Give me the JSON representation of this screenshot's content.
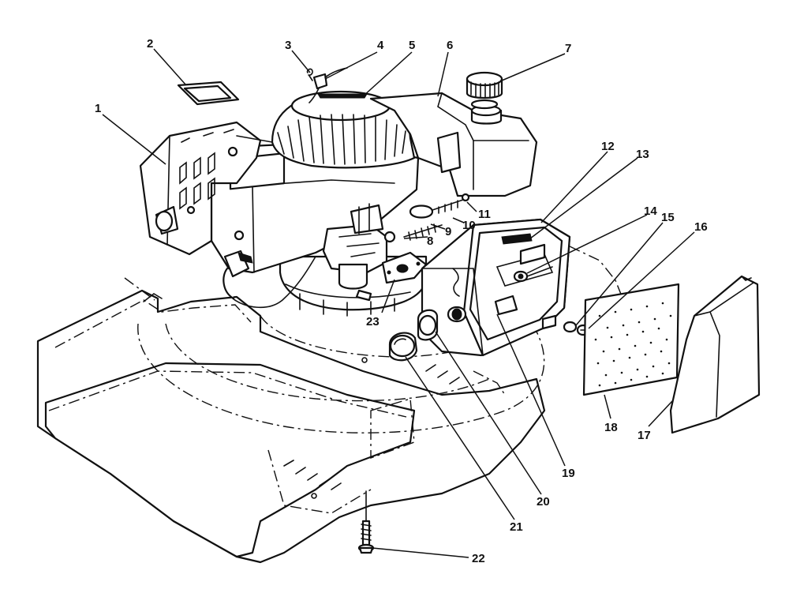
{
  "callouts": [
    {
      "id": "1",
      "label": "1"
    },
    {
      "id": "2",
      "label": "2"
    },
    {
      "id": "3",
      "label": "3"
    },
    {
      "id": "4",
      "label": "4"
    },
    {
      "id": "5",
      "label": "5"
    },
    {
      "id": "6",
      "label": "6"
    },
    {
      "id": "7",
      "label": "7"
    },
    {
      "id": "8",
      "label": "8"
    },
    {
      "id": "9",
      "label": "9"
    },
    {
      "id": "10",
      "label": "10"
    },
    {
      "id": "11",
      "label": "11"
    },
    {
      "id": "12",
      "label": "12"
    },
    {
      "id": "13",
      "label": "13"
    },
    {
      "id": "14",
      "label": "14"
    },
    {
      "id": "15",
      "label": "15"
    },
    {
      "id": "16",
      "label": "16"
    },
    {
      "id": "17",
      "label": "17"
    },
    {
      "id": "18",
      "label": "18"
    },
    {
      "id": "19",
      "label": "19"
    },
    {
      "id": "20",
      "label": "20"
    },
    {
      "id": "21",
      "label": "21"
    },
    {
      "id": "22",
      "label": "22"
    },
    {
      "id": "23",
      "label": "23"
    }
  ],
  "colors": {
    "ink": "#111111",
    "paper": "#ffffff"
  }
}
